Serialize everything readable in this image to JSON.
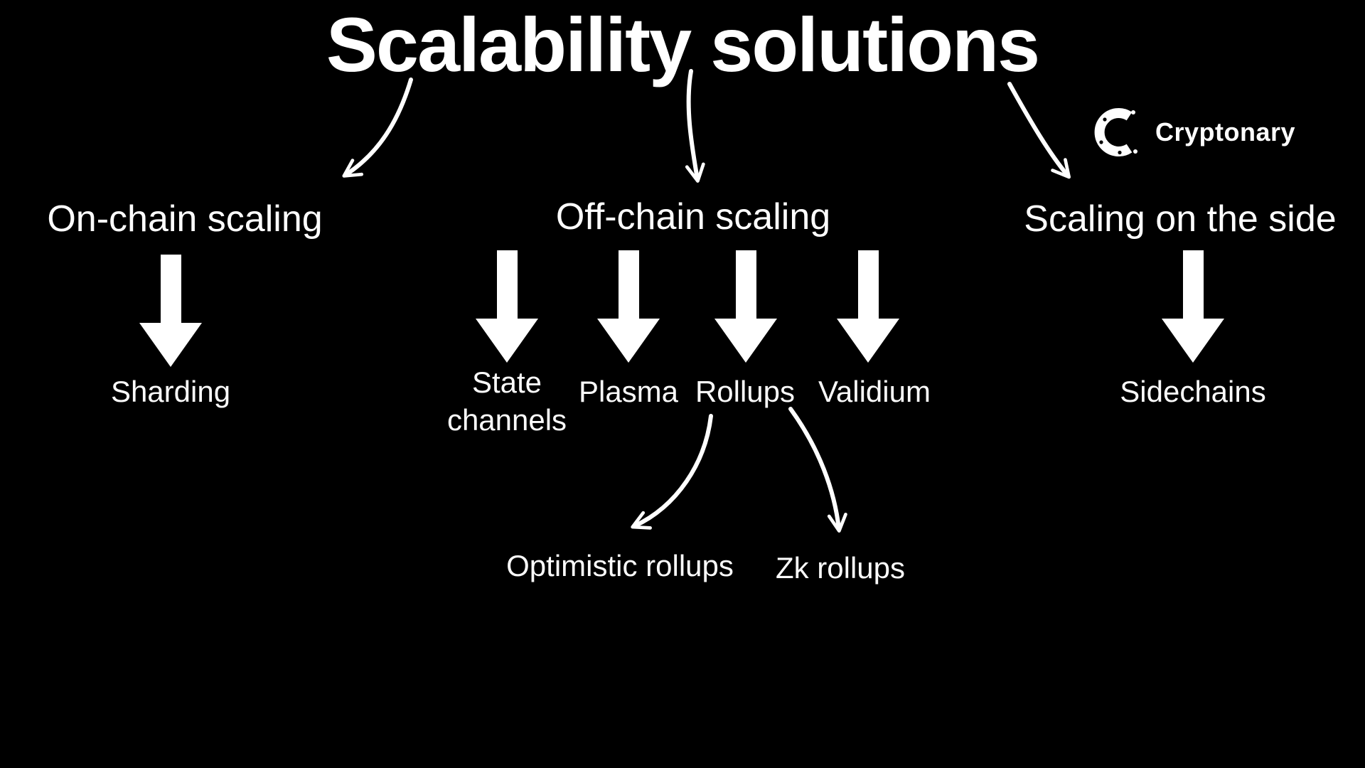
{
  "title": "Scalability solutions",
  "logo": {
    "name": "Cryptonary"
  },
  "branches": [
    {
      "id": "on-chain",
      "label": "On-chain scaling",
      "children": [
        "Sharding"
      ]
    },
    {
      "id": "off-chain",
      "label": "Off-chain scaling",
      "children": [
        "State channels",
        "Plasma",
        "Rollups",
        "Validium"
      ]
    },
    {
      "id": "side",
      "label": "Scaling on the side",
      "children": [
        "Sidechains"
      ]
    }
  ],
  "rollup_types": [
    "Optimistic rollups",
    "Zk rollups"
  ],
  "colors": {
    "background": "#000000",
    "foreground": "#ffffff"
  }
}
